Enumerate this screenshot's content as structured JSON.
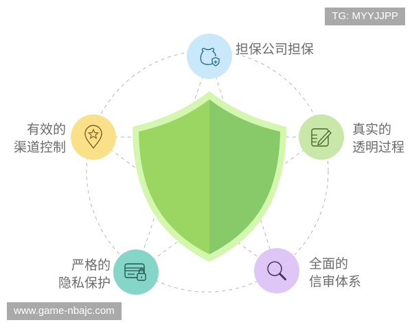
{
  "watermarks": {
    "top_right": "TG: MYYJJPP",
    "bottom_left": "www.game-nbajc.com"
  },
  "center": {
    "icon": "shield-icon",
    "colors": {
      "outer": "#d4f7b0",
      "left": "#9bd663",
      "right": "#88c96a"
    }
  },
  "nodes": [
    {
      "id": "guarantee",
      "icon": "money-bag-shield-icon",
      "color": "#c9e8fa",
      "stroke": "#2a6f80",
      "label_line1": "担保公司担保",
      "label_line2": ""
    },
    {
      "id": "channel",
      "icon": "location-star-icon",
      "color": "#fbe08a",
      "stroke": "#7a6224",
      "label_line1": "有效的",
      "label_line2": "渠道控制"
    },
    {
      "id": "transparent",
      "icon": "edit-note-icon",
      "color": "#c9e7a8",
      "stroke": "#45662a",
      "label_line1": "真实的",
      "label_line2": "透明过程"
    },
    {
      "id": "privacy",
      "icon": "card-lock-icon",
      "color": "#85d6c9",
      "stroke": "#22574f",
      "label_line1": "严格的",
      "label_line2": "隐私保护"
    },
    {
      "id": "credit",
      "icon": "search-icon",
      "color": "#dec7f7",
      "stroke": "#43335f",
      "label_line1": "全面的",
      "label_line2": "信审体系"
    }
  ]
}
